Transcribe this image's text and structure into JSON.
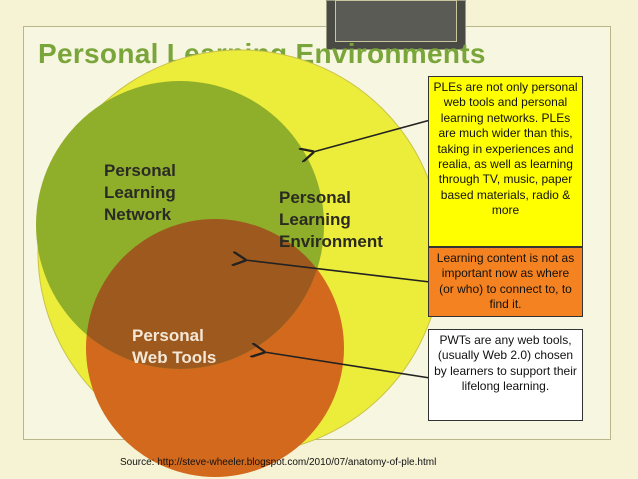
{
  "title": "Personal Learning Environments",
  "venn": {
    "ple_label_lines": [
      "Personal",
      "Learning",
      "Environment"
    ],
    "pln_label_lines": [
      "Personal",
      "Learning",
      "Network"
    ],
    "pwt_label_lines": [
      "Personal",
      "Web Tools"
    ]
  },
  "notes": {
    "ple_note": "PLEs are not only personal web tools and personal learning networks. PLEs are much wider than this, taking in experiences and realia, as well as learning through TV, music, paper based materials, radio & more",
    "pln_note": "Learning content is not as important now as where (or who) to connect to, to find it.",
    "pwt_note": "PWTs are any web tools, (usually Web 2.0) chosen by learners to support their lifelong learning."
  },
  "source": "Source: http://steve-wheeler.blogspot.com/2010/07/anatomy-of-ple.html",
  "colors": {
    "title": "#7aa53a",
    "ple_circle": "#ecec3a",
    "pln_circle": "#8fae2a",
    "pwt_circle": "#d2691c",
    "overlap": "#9e5a1e",
    "ple_note_bg": "#ffff00",
    "pln_note_bg": "#f58220",
    "pwt_note_bg": "#ffffff"
  }
}
